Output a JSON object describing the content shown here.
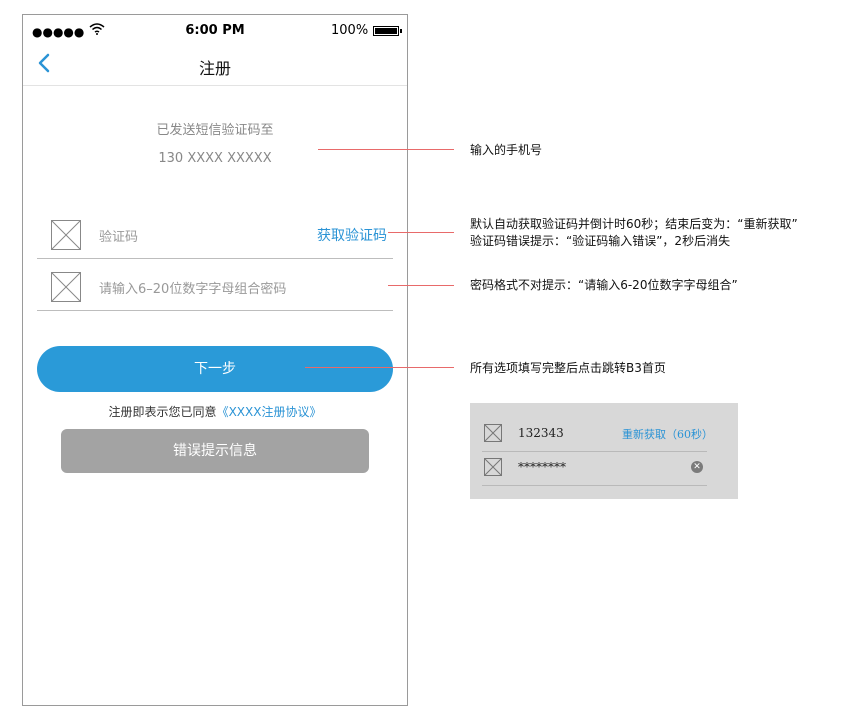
{
  "status_bar": {
    "signal": "●●●●●",
    "time": "6:00 PM",
    "battery": "100%"
  },
  "nav": {
    "title": "注册",
    "back_icon": "chevron-left-icon"
  },
  "info": {
    "sent_label": "已发送短信验证码至",
    "phone_number": "130 XXXX XXXXX"
  },
  "form": {
    "code_placeholder": "验证码",
    "get_code_label": "获取验证码",
    "password_placeholder": "请输入6–20位数字字母组合密码"
  },
  "actions": {
    "next_label": "下一步",
    "agreement_text": "注册即表示您已同意",
    "agreement_link": "《XXXX注册协议》",
    "error_label": "错误提示信息"
  },
  "annotations": {
    "phone_note": "输入的手机号",
    "code_note_line1": "默认自动获取验证码并倒计时60秒；结束后变为：“重新获取”",
    "code_note_line2": "验证码错误提示：“验证码输入错误”，2秒后消失",
    "password_note": "密码格式不对提示：“请输入6-20位数字字母组合”",
    "next_note": "所有选项填写完整后点击跳转B3首页"
  },
  "inset": {
    "code_value": "132343",
    "retry_label": "重新获取（60秒）",
    "password_value": "********",
    "clear_icon": "clear-icon"
  },
  "colors": {
    "accent": "#2a9ad8",
    "link": "#2a93d5",
    "annotation_line": "#e86a6a",
    "error_bg": "#a3a3a3"
  }
}
